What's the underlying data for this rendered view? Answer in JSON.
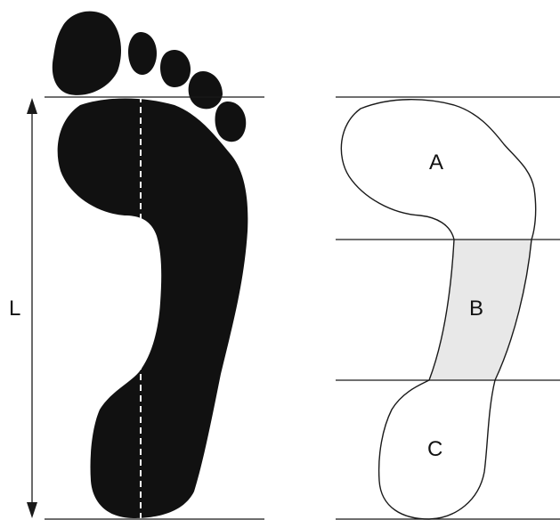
{
  "labels": {
    "length": "L",
    "region_a": "A",
    "region_b": "B",
    "region_c": "C"
  },
  "colors": {
    "footprint": "#111111",
    "outline": "#1a1a1a",
    "region_b_fill": "#e8e8e8",
    "background": "#ffffff"
  }
}
